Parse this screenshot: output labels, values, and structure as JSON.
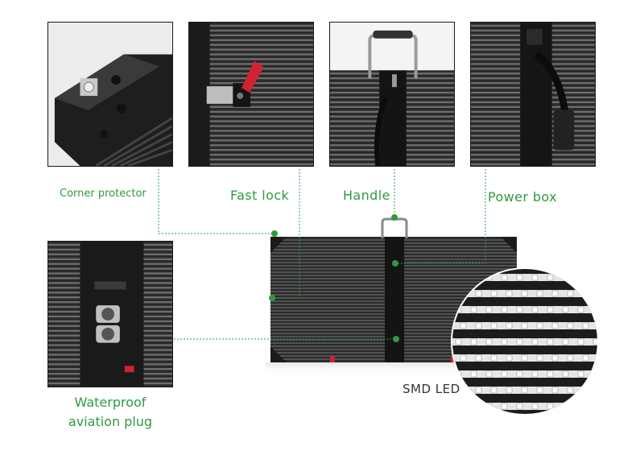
{
  "labels": {
    "corner_protector": "Corner protector",
    "fast_lock": "Fast lock",
    "handle": "Handle",
    "power_box": "Power box",
    "waterproof_line1": "Waterproof",
    "waterproof_line2": "aviation plug",
    "smd_led": "SMD LED"
  },
  "colors": {
    "accent_green": "#2e9b3e",
    "lock_red": "#d0232f",
    "panel_dark": "#2a2a2a"
  }
}
